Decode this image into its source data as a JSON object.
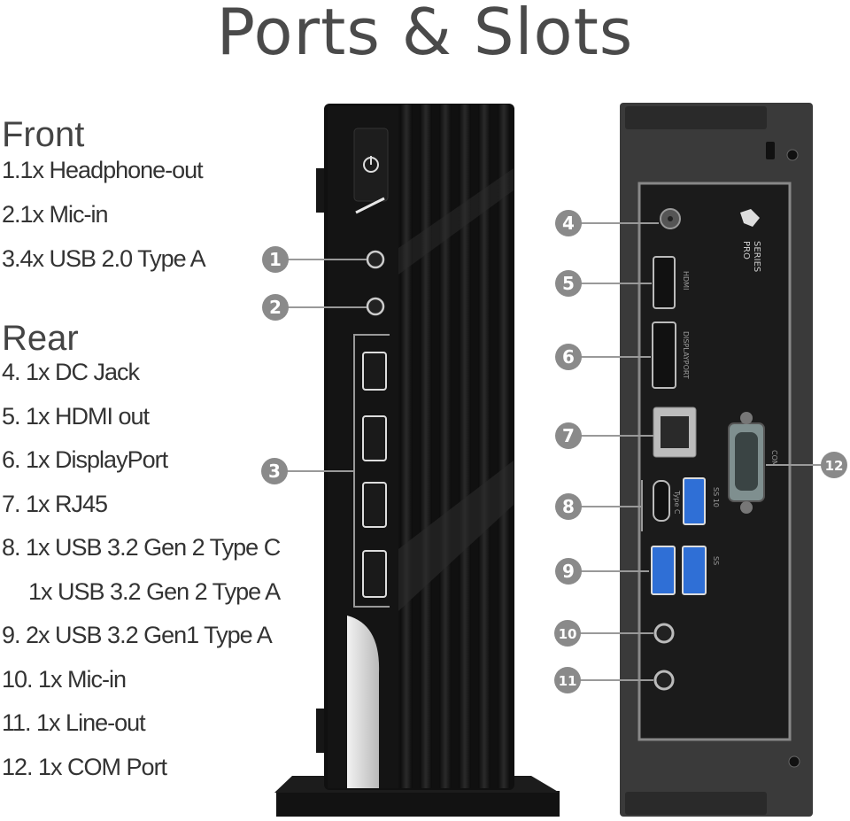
{
  "title": "Ports & Slots",
  "front": {
    "heading": "Front",
    "items": [
      "1.1x Headphone-out",
      "2.1x Mic-in",
      "3.4x USB 2.0 Type A"
    ]
  },
  "rear": {
    "heading": "Rear",
    "items": [
      "4. 1x DC Jack",
      "5. 1x HDMI out",
      "6. 1x DisplayPort",
      "7. 1x RJ45",
      "8. 1x USB 3.2 Gen 2 Type C",
      "1x USB 3.2 Gen 2 Type A",
      "9. 2x USB 3.2 Gen1 Type A",
      "10. 1x Mic-in",
      "11. 1x Line-out",
      "12. 1x COM Port"
    ]
  },
  "callouts": [
    "1",
    "2",
    "3",
    "4",
    "5",
    "6",
    "7",
    "8",
    "9",
    "10",
    "11",
    "12"
  ],
  "panel_labels": {
    "brand_line1": "PRO",
    "brand_line2": "SERIES",
    "hdmi": "HDMI",
    "displayport": "DISPLAYPORT",
    "typec": "Type C",
    "ss10": "SS 10",
    "ss": "SS",
    "com": "COM"
  },
  "colors": {
    "badge": "#8a8a8a",
    "title": "#4a4a4a",
    "case": "#111111",
    "panel": "#1b1b1b",
    "usb3": "#2f6fd6"
  }
}
